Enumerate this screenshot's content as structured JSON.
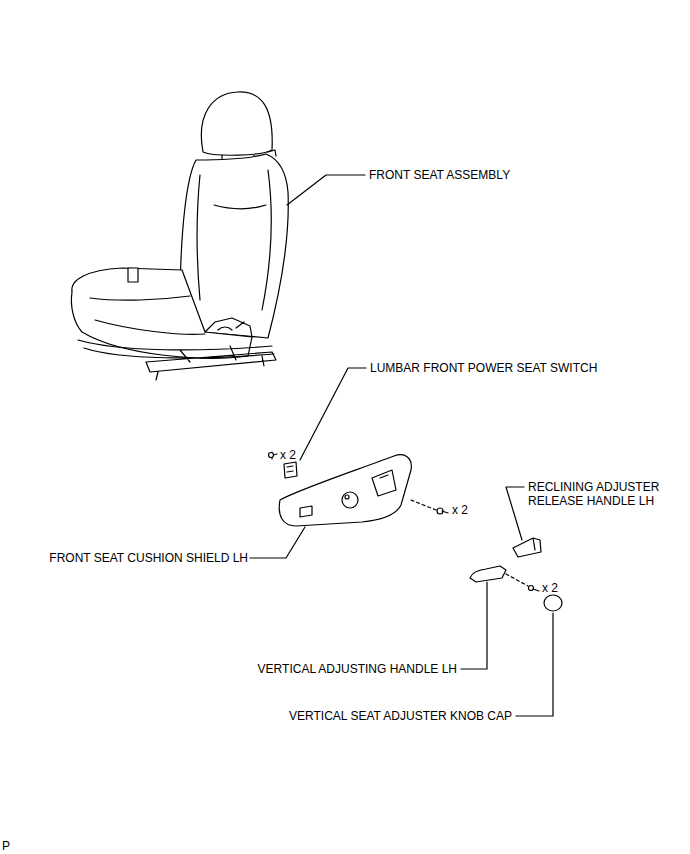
{
  "diagram": {
    "labels": [
      "FRONT SEAT ASSEMBLY",
      "LUMBAR FRONT POWER SEAT SWITCH",
      "x 2",
      "x 2",
      "RECLINING ADJUSTER RELEASE HANDLE LH",
      "FRONT SEAT CUSHION SHIELD LH",
      "x 2",
      "VERTICAL ADJUSTING HANDLE LH",
      "VERTICAL SEAT ADJUSTER KNOB CAP",
      "P"
    ]
  }
}
